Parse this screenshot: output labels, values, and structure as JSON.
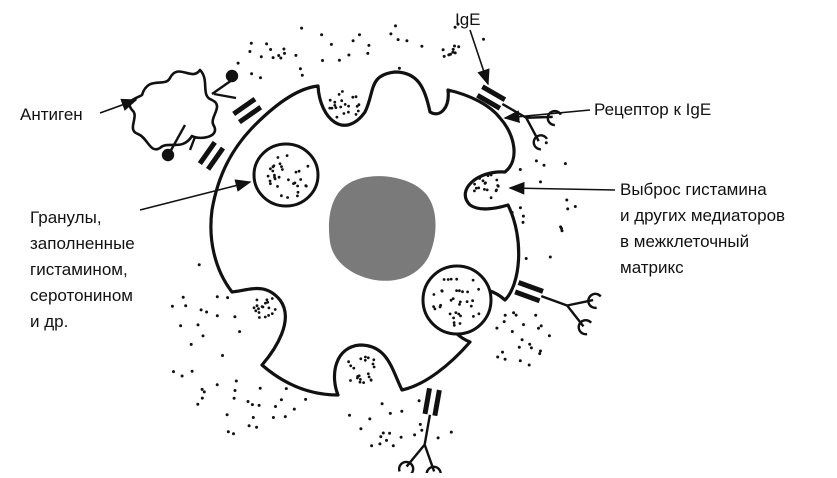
{
  "labels": {
    "antigen": "Антиген",
    "ige": "IgE",
    "receptor": "Рецептор к IgE",
    "release": [
      "Выброс гистамина",
      "и других медиаторов",
      "в межклеточный",
      "матрикс"
    ],
    "granules": [
      "Гранулы,",
      "заполненные",
      "гистамином,",
      "серотонином",
      "и др."
    ]
  },
  "colors": {
    "ink": "#111111",
    "nucleus": "#7a7a7a",
    "background": "#ffffff"
  }
}
